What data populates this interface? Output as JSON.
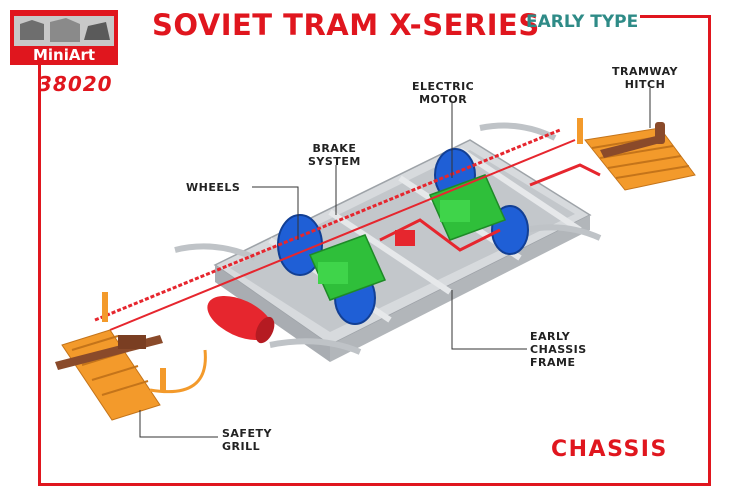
{
  "brand": {
    "logo_text": "MiniArt",
    "kit_number": "38020"
  },
  "header": {
    "title": "SOVIET TRAM X-SERIES",
    "subtitle": "EARLY TYPE"
  },
  "callouts": {
    "electric_motor": [
      "ELECTRIC",
      "MOTOR"
    ],
    "tramway_hitch": [
      "TRAMWAY",
      "HITCH"
    ],
    "brake_system": [
      "BRAKE",
      "SYSTEM"
    ],
    "wheels": "WHEELS",
    "early_chassis_frame": [
      "EARLY",
      "CHASSIS",
      "FRAME"
    ],
    "safety_grill": [
      "SAFETY",
      "GRILL"
    ]
  },
  "section_label": "CHASSIS",
  "colors": {
    "brand_red": "#e0161e",
    "teal": "#2e8b87",
    "frame_grey": "#c9cdd2",
    "motor_green": "#2fbf3a",
    "wheel_blue": "#1f5fd6",
    "grill_orange": "#f39a2b",
    "hitch_brown": "#8a4a2a",
    "brake_red": "#e6262e"
  }
}
